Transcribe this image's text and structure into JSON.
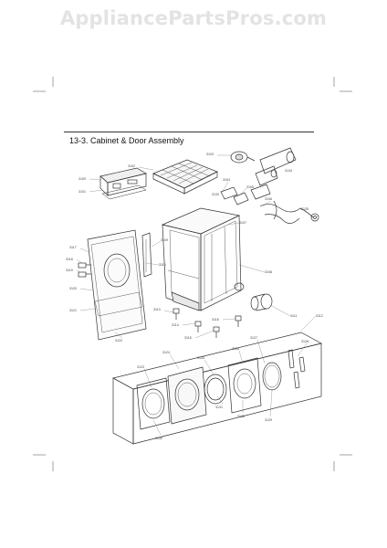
{
  "watermark": "AppliancePartsPros.com",
  "title": "13-3. Cabinet & Door Assembly",
  "callouts": [
    {
      "id": "c1",
      "text": "3100"
    },
    {
      "id": "c2",
      "text": "3101"
    },
    {
      "id": "c3",
      "text": "3102"
    },
    {
      "id": "c4",
      "text": "3103"
    },
    {
      "id": "c5",
      "text": "3104"
    },
    {
      "id": "c6",
      "text": "3105"
    },
    {
      "id": "c7",
      "text": "3106"
    },
    {
      "id": "c8",
      "text": "3107"
    },
    {
      "id": "c9",
      "text": "3108"
    },
    {
      "id": "c10",
      "text": "3109"
    },
    {
      "id": "c11",
      "text": "3110"
    },
    {
      "id": "c12",
      "text": "3111"
    },
    {
      "id": "c13",
      "text": "3112"
    },
    {
      "id": "c14",
      "text": "3113"
    },
    {
      "id": "c15",
      "text": "3114"
    },
    {
      "id": "c16",
      "text": "3115"
    },
    {
      "id": "c17",
      "text": "3116"
    },
    {
      "id": "c18",
      "text": "3117"
    },
    {
      "id": "c19",
      "text": "3118"
    },
    {
      "id": "c20",
      "text": "3119"
    },
    {
      "id": "c21",
      "text": "3120"
    },
    {
      "id": "c22",
      "text": "3121"
    },
    {
      "id": "c23",
      "text": "3122"
    },
    {
      "id": "c24",
      "text": "3123"
    },
    {
      "id": "c25",
      "text": "3124"
    },
    {
      "id": "c26",
      "text": "3125"
    },
    {
      "id": "c27",
      "text": "3126"
    },
    {
      "id": "c28",
      "text": "3127"
    },
    {
      "id": "c29",
      "text": "3128"
    },
    {
      "id": "c30",
      "text": "3129"
    },
    {
      "id": "c31",
      "text": "3130"
    },
    {
      "id": "c32",
      "text": "3131"
    },
    {
      "id": "c33",
      "text": "3132"
    },
    {
      "id": "c34",
      "text": "3133"
    },
    {
      "id": "c35",
      "text": "3134"
    },
    {
      "id": "c36",
      "text": "3135"
    }
  ]
}
